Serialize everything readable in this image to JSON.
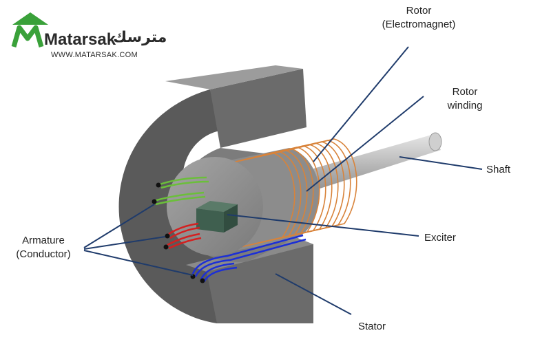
{
  "logo": {
    "name": "Matarsak",
    "arabic_name": "مترسك",
    "url": "WWW.MATARSAK.COM",
    "brand_color": "#3aa13a"
  },
  "labels": {
    "rotor": "Rotor",
    "rotor_sub": "(Electromagnet)",
    "rotor_winding_1": "Rotor",
    "rotor_winding_2": "winding",
    "shaft": "Shaft",
    "exciter": "Exciter",
    "armature": "Armature",
    "armature_sub": "(Conductor)",
    "stator": "Stator"
  },
  "colors": {
    "stator_front": "#5f5f5f",
    "stator_top": "#9a9a9a",
    "rotor_face": "#8f8f8f",
    "winding": "#d8833a",
    "exciter": "#3f5f4f",
    "shaft": "#b8b8b8",
    "leader": "#1f3b6b",
    "conductor_green": "#6bbf3a",
    "conductor_red": "#d42020",
    "conductor_blue": "#1c2fd6"
  }
}
